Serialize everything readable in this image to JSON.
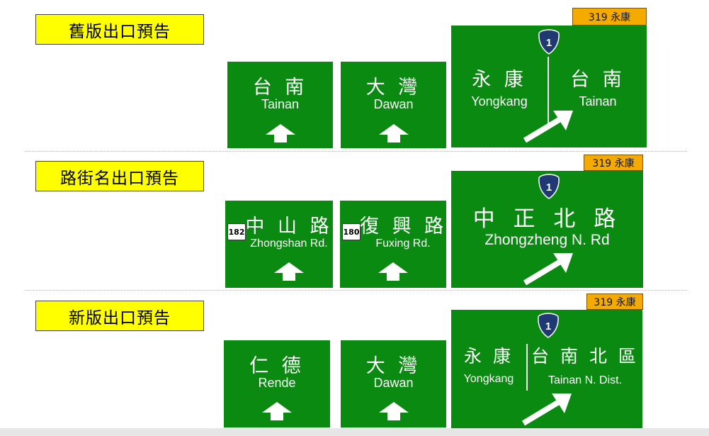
{
  "sections": [
    {
      "label": "舊版出口預告",
      "signs": [
        {
          "cn": "台 南",
          "en": "Tainan"
        },
        {
          "cn": "大 灣",
          "en": "Dawan"
        }
      ],
      "exit": {
        "route_badge": "319 永康",
        "shield_number": "1",
        "left_cn": "永 康",
        "left_en": "Yongkang",
        "right_cn": "台 南",
        "right_en": "Tainan"
      }
    },
    {
      "label": "路街名出口預告",
      "signs": [
        {
          "number": "182",
          "cn": "中 山 路",
          "en": "Zhongshan Rd."
        },
        {
          "number": "180",
          "cn": "復 興 路",
          "en": "Fuxing  Rd."
        }
      ],
      "exit": {
        "route_badge": "319 永康",
        "shield_number": "1",
        "cn": "中 正 北 路",
        "en": "Zhongzheng N. Rd"
      }
    },
    {
      "label": "新版出口預告",
      "signs": [
        {
          "cn": "仁 德",
          "en": "Rende"
        },
        {
          "cn": "大 灣",
          "en": "Dawan"
        }
      ],
      "exit": {
        "route_badge": "319 永康",
        "shield_number": "1",
        "left_cn": "永 康",
        "left_en": "Yongkang",
        "right_cn": "台 南 北 區",
        "right_en": "Tainan  N. Dist."
      }
    }
  ],
  "colors": {
    "sign_green": "#0b8a12",
    "label_yellow": "#ffff00",
    "badge_orange": "#f5aa00",
    "shield_blue": "#1f3a72"
  }
}
